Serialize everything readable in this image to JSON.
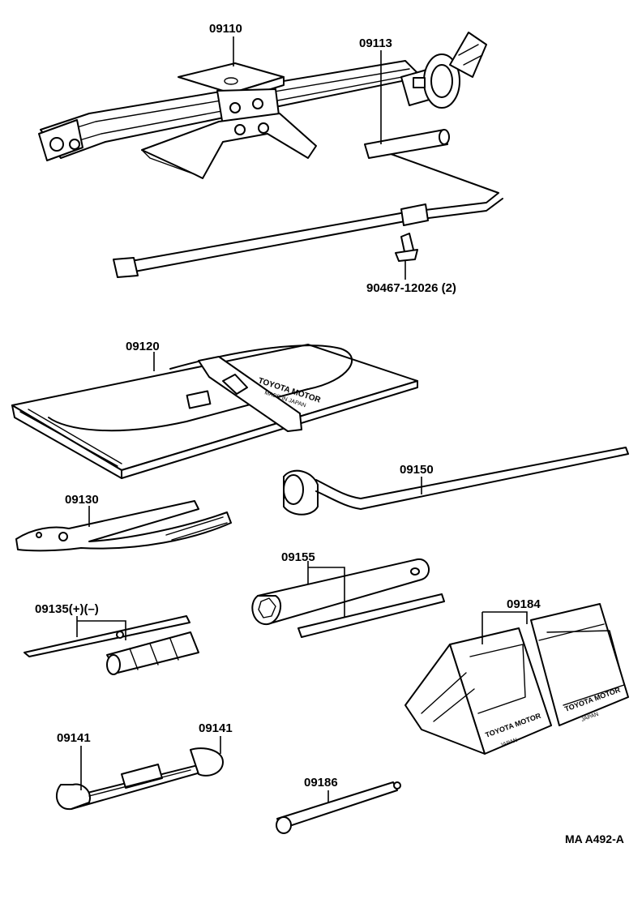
{
  "diagram": {
    "reference_code": "MA A492-A",
    "parts": [
      {
        "key": "jack",
        "number": "09110"
      },
      {
        "key": "jack_handle",
        "number": "09113"
      },
      {
        "key": "clip",
        "number": "90467-12026 (2)"
      },
      {
        "key": "tool_bag",
        "number": "09120"
      },
      {
        "key": "pliers",
        "number": "09130"
      },
      {
        "key": "screwdriver",
        "number": "09135(+)(–)"
      },
      {
        "key": "wrench_left",
        "number": "09141"
      },
      {
        "key": "wrench_right",
        "number": "09141"
      },
      {
        "key": "lug_wrench",
        "number": "09150"
      },
      {
        "key": "plug_wrench",
        "number": "09155"
      },
      {
        "key": "wheel_chocks",
        "number": "09184"
      },
      {
        "key": "handle_bar",
        "number": "09186"
      }
    ],
    "bag_text": [
      "TOYOTA MOTOR",
      "MADE IN JAPAN"
    ],
    "chock_text": [
      "TOYOTA MOTOR",
      "JAPAN"
    ]
  }
}
